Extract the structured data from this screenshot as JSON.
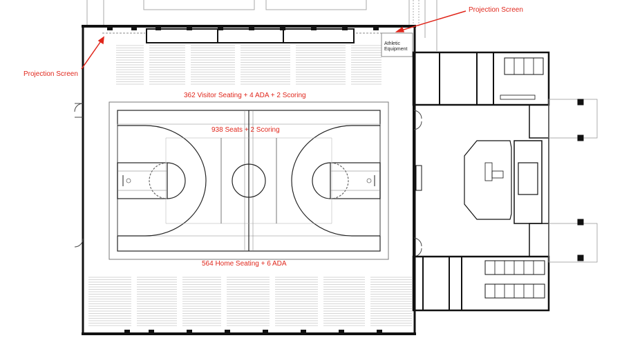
{
  "annotations": {
    "projection_screen_top": "Projection Screen",
    "projection_screen_left": "Projection Screen",
    "visitor_seating": "362 Visitor Seating + 4 ADA + 2 Scoring",
    "court_seats": "938 Seats + 2 Scoring",
    "home_seating": "564 Home Seating + 6 ADA",
    "athletic_equipment_line1": "Athletic",
    "athletic_equipment_line2": "Equipment"
  },
  "colors": {
    "annotation": "#e0261b",
    "wall": "#111111",
    "line": "#333333",
    "light": "#9a9a9a"
  }
}
